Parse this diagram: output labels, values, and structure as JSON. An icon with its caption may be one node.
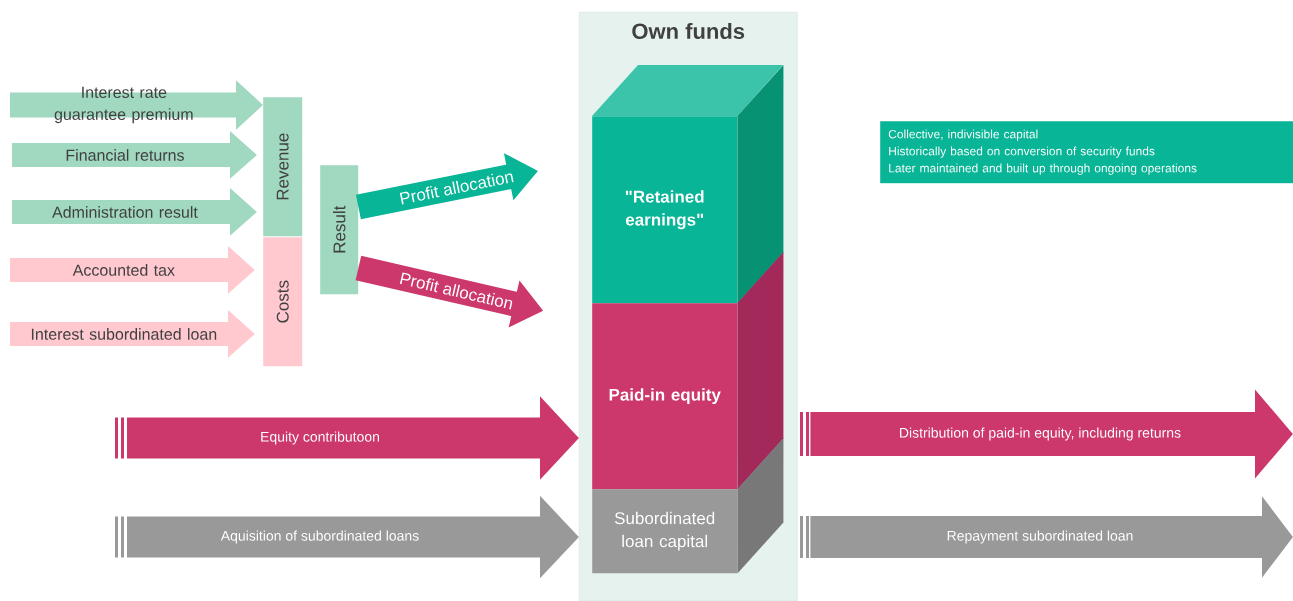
{
  "diagram": {
    "nodes": [
      {
        "text": [
          "Own funds"
        ]
      },
      {
        "text": [
          "\"Retained earnings\""
        ],
        "in": 0
      },
      {
        "text": [
          "Paid-in equity"
        ],
        "in": 0
      },
      {
        "text": [
          "Subordinated loan capital"
        ],
        "in": 0
      },
      {
        "text": [
          "Revenue"
        ]
      },
      {
        "text": [
          "Costs"
        ]
      },
      {
        "text": [
          "Result"
        ]
      },
      {
        "text": [
          "Collective, indivisible capital",
          "Historically based on conversion of security funds",
          "Later maintained and built up through ongoing operations"
        ]
      }
    ],
    "edges": [
      {
        "from": null,
        "to": 4,
        "arrow": "to",
        "label": "Interest rate guarantee premium",
        "color": "#a0d8c0"
      },
      {
        "from": null,
        "to": 4,
        "arrow": "to",
        "label": "Financial returns",
        "color": "#a0d8c0"
      },
      {
        "from": null,
        "to": 4,
        "arrow": "to",
        "label": "Administration result",
        "color": "#a0d8c0"
      },
      {
        "from": null,
        "to": 5,
        "arrow": "to",
        "label": "Accounted tax",
        "color": "#ffc9cf"
      },
      {
        "from": null,
        "to": 5,
        "arrow": "to",
        "label": "Interest subordinated loan",
        "color": "#ffc9cf"
      },
      {
        "from": 6,
        "to": 1,
        "arrow": "to",
        "label": "Profit allocation",
        "color": "#08b596"
      },
      {
        "from": 6,
        "to": 2,
        "arrow": "to",
        "label": "Profit allocation",
        "color": "#cc386b"
      },
      {
        "from": null,
        "to": 0,
        "arrow": "to",
        "label": "Equity contributoon",
        "color": "#cc386b"
      },
      {
        "from": null,
        "to": 0,
        "arrow": "to",
        "label": "Aquisition of subordinated loans",
        "color": "#999999"
      },
      {
        "from": 0,
        "to": null,
        "arrow": "to",
        "label": "Distribution of paid-in equity, including returns",
        "color": "#cc386b"
      },
      {
        "from": 0,
        "to": null,
        "arrow": "to",
        "label": "Repayment subordinated loan",
        "color": "#999999"
      }
    ]
  }
}
